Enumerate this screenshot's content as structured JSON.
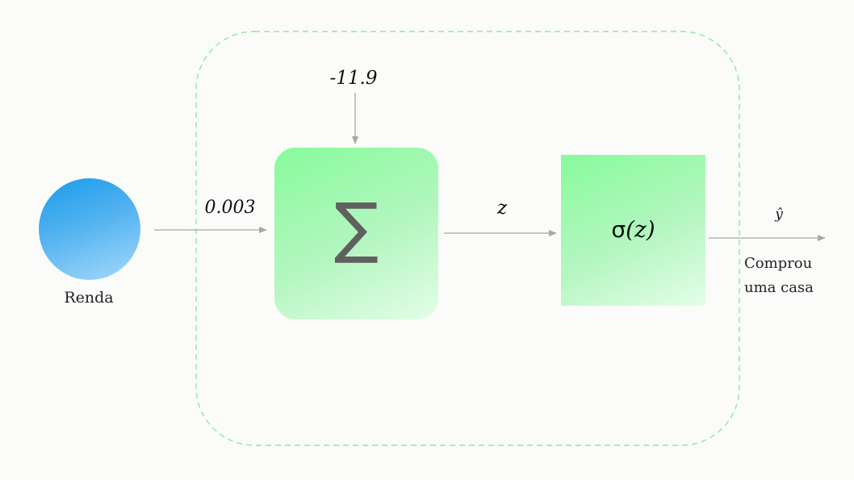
{
  "input": {
    "label": "Renda"
  },
  "weight": {
    "value": "0.003"
  },
  "bias": {
    "value": "-11.9"
  },
  "sum_block": {
    "symbol": "∑"
  },
  "intermediate": {
    "label": "z"
  },
  "activation": {
    "symbol": "σ",
    "argument": "(z)"
  },
  "output": {
    "symbol": "ŷ",
    "description_line1": "Comprou",
    "description_line2": "uma casa"
  },
  "colors": {
    "input_node": "#3aa9ee",
    "blocks": "#9af5ab",
    "neuron_border": "#8be8a4",
    "arrows": "#a8a8a8"
  }
}
